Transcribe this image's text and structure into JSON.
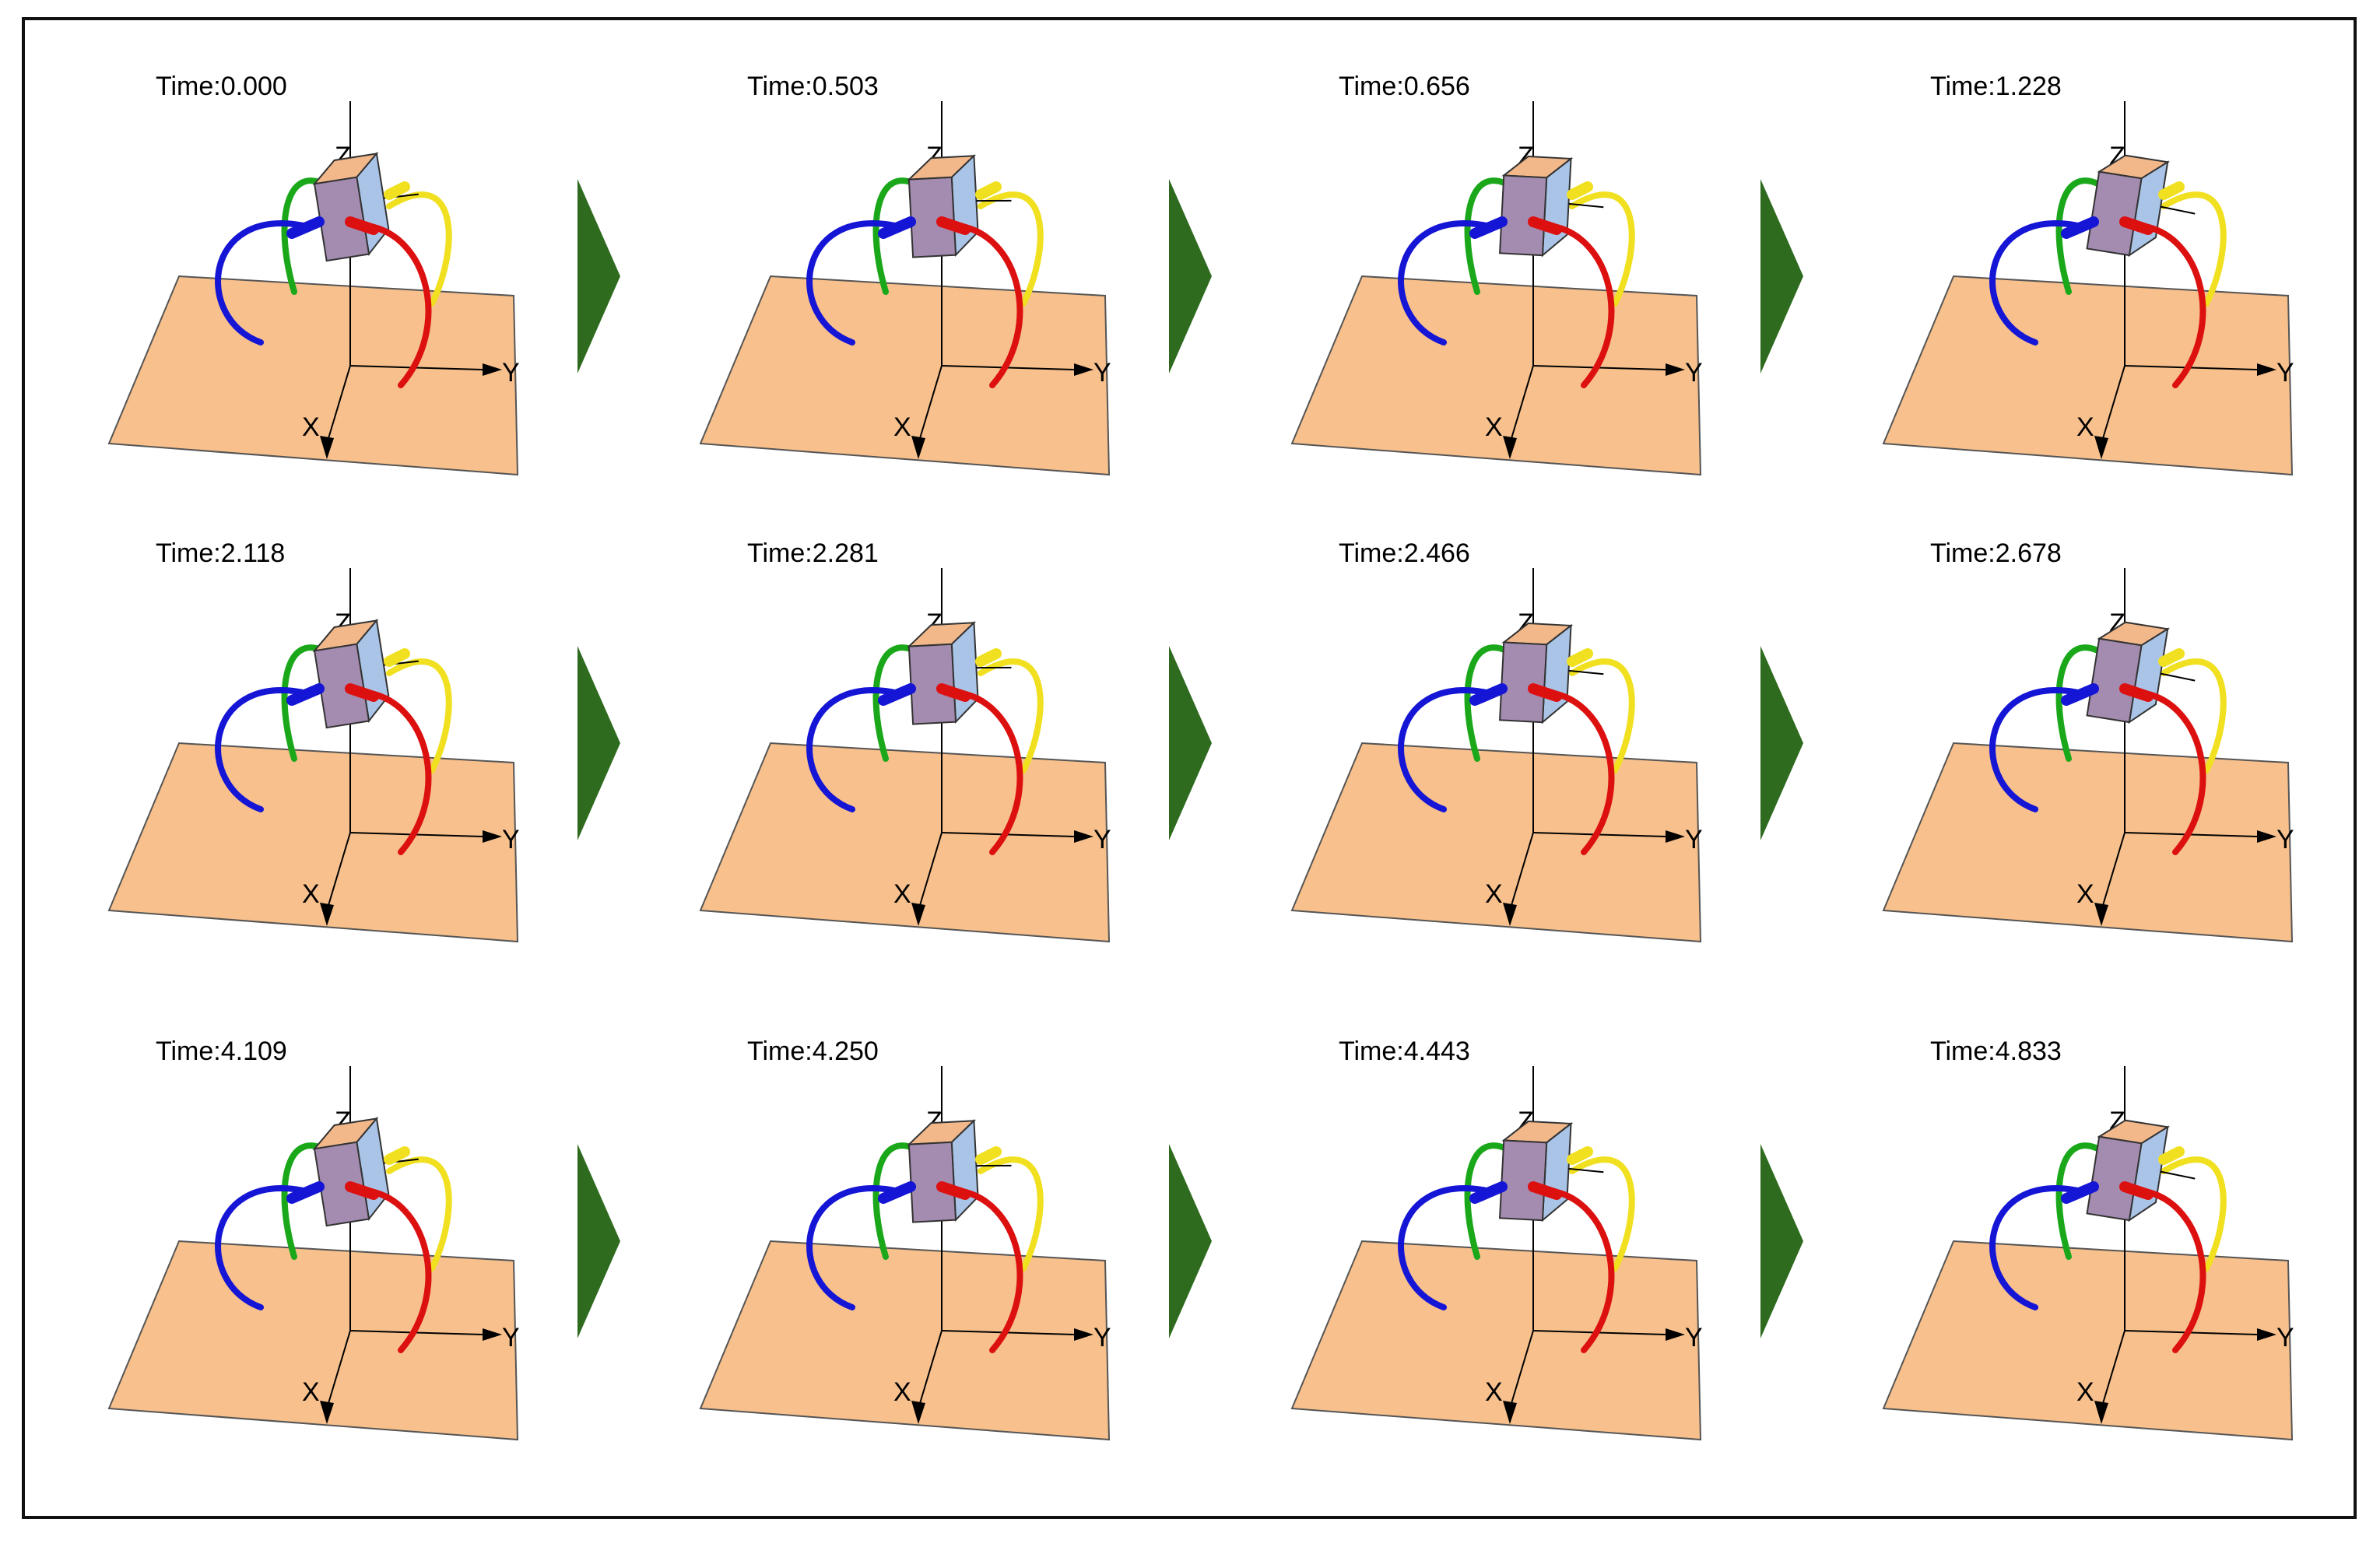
{
  "frames": [
    {
      "time": "Time:0.000"
    },
    {
      "time": "Time:0.503"
    },
    {
      "time": "Time:0.656"
    },
    {
      "time": "Time:1.228"
    },
    {
      "time": "Time:2.118"
    },
    {
      "time": "Time:2.281"
    },
    {
      "time": "Time:2.466"
    },
    {
      "time": "Time:2.678"
    },
    {
      "time": "Time:4.109"
    },
    {
      "time": "Time:4.250"
    },
    {
      "time": "Time:4.443"
    },
    {
      "time": "Time:4.833"
    }
  ],
  "axes": {
    "x": "X",
    "y": "Y",
    "z": "Z"
  },
  "colors": {
    "floor": "#f7c08c",
    "floor_edge": "#555555",
    "box_front": "#a48bb0",
    "box_top": "#f2b88a",
    "box_side": "#a9c4e6",
    "leg_blue": "#1515d6",
    "leg_green": "#1aa81a",
    "leg_yellow": "#f0e020",
    "leg_red": "#dd1010",
    "step_arrow": "#2e6b1f"
  }
}
